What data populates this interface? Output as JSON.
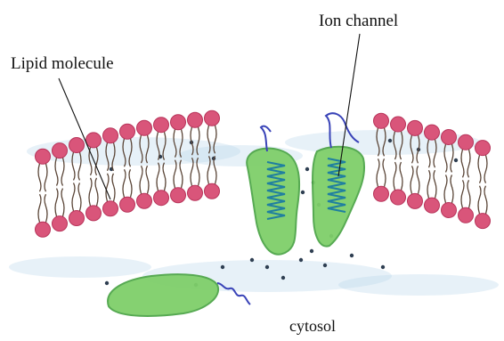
{
  "labels": {
    "lipid": "Lipid molecule",
    "channel": "Ion channel",
    "cytosol": "cytosol"
  },
  "colors": {
    "head": "#d9557a",
    "head_dark": "#b8345a",
    "tail": "#5b4638",
    "protein": "#7fcf6a",
    "protein_dark": "#4fa64a",
    "helix": "#1f7fa0",
    "loop": "#3a44b8",
    "dots": "#2f3f52",
    "wash": "#b9d6ec",
    "leader": "#111111"
  },
  "icons": {
    "lipid": "lipid-molecule-icon",
    "channel": "ion-channel-icon",
    "peripheral": "peripheral-protein-icon",
    "ion": "ion-dot-icon"
  }
}
